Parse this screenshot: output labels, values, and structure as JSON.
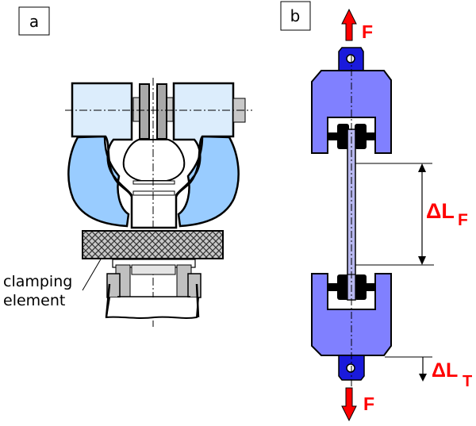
{
  "panels": {
    "a": {
      "label": "a",
      "annotation_line1": "clamping",
      "annotation_line2": "element"
    },
    "b": {
      "label": "b",
      "force_top": "F",
      "force_bottom": "F",
      "delta_f_symbol": "ΔL",
      "delta_f_sub": "F",
      "delta_t_symbol": "ΔL",
      "delta_t_sub": "T"
    }
  },
  "colors": {
    "light_blue": "#dcedfc",
    "mid_blue": "#99ccff",
    "gray": "#b4b4b4",
    "dark_gray": "#a0a0a0",
    "grip_violet": "#8080ff",
    "pin_blue": "#1a1adb",
    "specimen": "#b8b8f0",
    "force_red": "#ff0000"
  }
}
